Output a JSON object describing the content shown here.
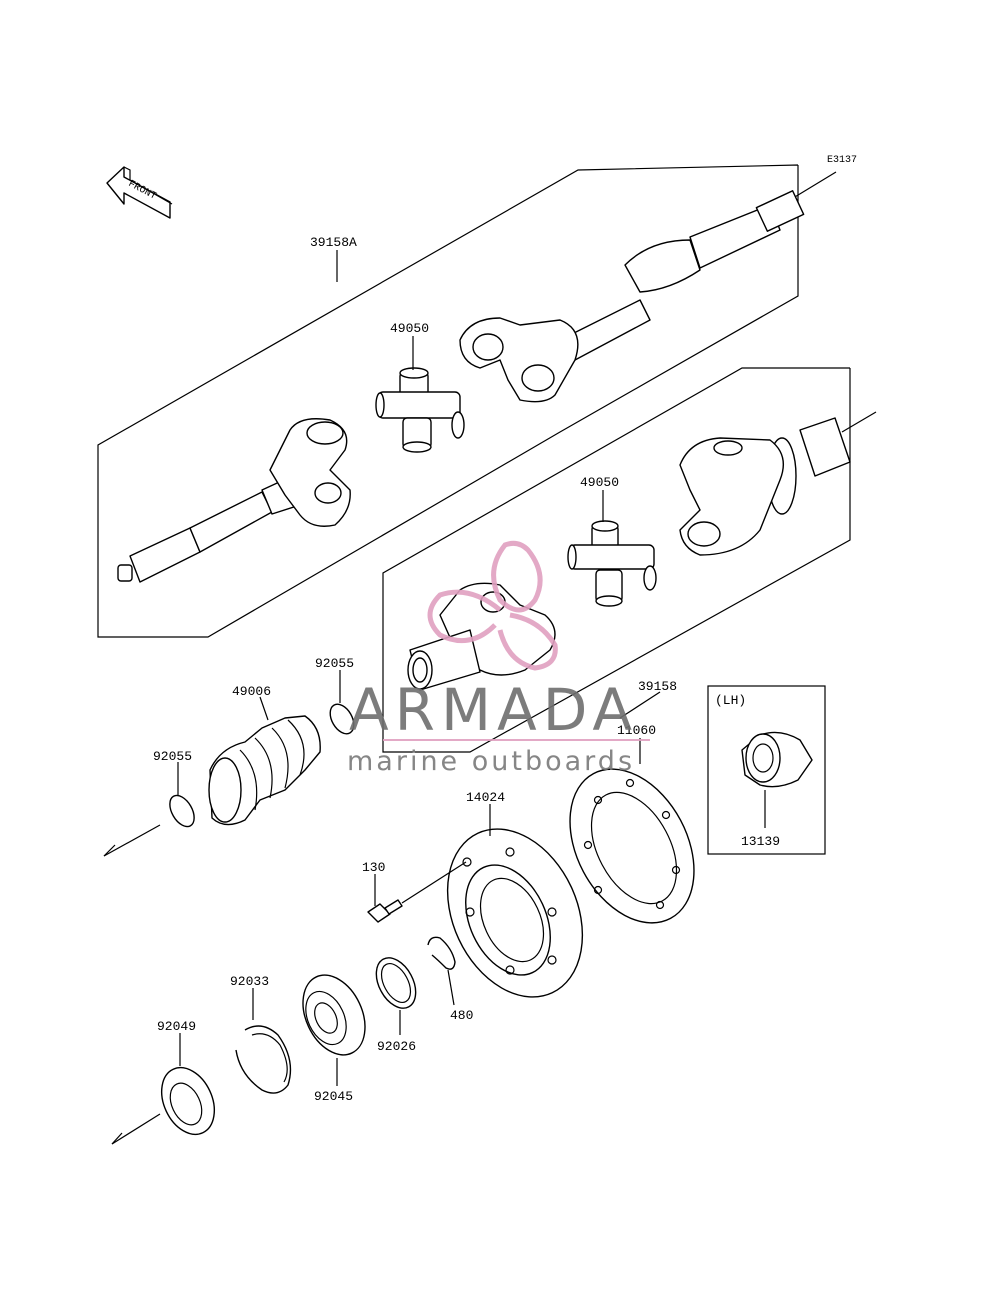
{
  "diagram_code": "E3137",
  "front_label": "FRONT",
  "lh_label": "(LH)",
  "part_labels": {
    "p39158A": "39158A",
    "p49050_top": "49050",
    "p49050_mid": "49050",
    "p92055_top": "92055",
    "p49006": "49006",
    "p92055_left": "92055",
    "p39158": "39158",
    "p11060": "11060",
    "p14024": "14024",
    "p130": "130",
    "p480": "480",
    "p92026": "92026",
    "p92033": "92033",
    "p92045": "92045",
    "p92049": "92049",
    "p13139": "13139"
  },
  "watermark": {
    "title": "ARMADA",
    "subtitle": "marine outboards",
    "accent_color": "#e0a0c0"
  }
}
